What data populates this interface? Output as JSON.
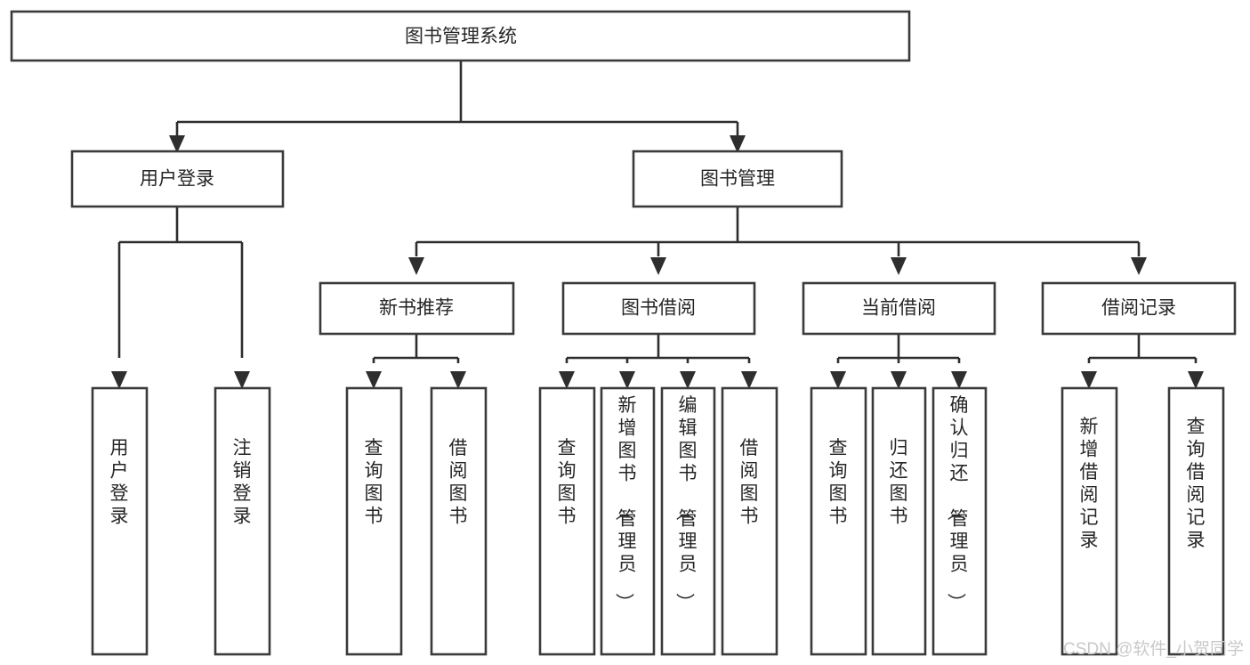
{
  "diagram": {
    "type": "hierarchy-tree",
    "title": "图书管理系统",
    "root": {
      "id": "root",
      "label": "图书管理系统"
    },
    "level2": [
      {
        "id": "user-login",
        "label": "用户登录"
      },
      {
        "id": "book-manage",
        "label": "图书管理"
      }
    ],
    "level3": [
      {
        "id": "new-book-recommend",
        "label": "新书推荐",
        "parent": "book-manage"
      },
      {
        "id": "book-borrow",
        "label": "图书借阅",
        "parent": "book-manage"
      },
      {
        "id": "current-borrow",
        "label": "当前借阅",
        "parent": "book-manage"
      },
      {
        "id": "borrow-record",
        "label": "借阅记录",
        "parent": "book-manage"
      }
    ],
    "leaves": [
      {
        "id": "leaf-user-login",
        "label": "用户登录",
        "parent": "user-login"
      },
      {
        "id": "leaf-user-logout",
        "label": "注销登录",
        "parent": "user-login"
      },
      {
        "id": "leaf-query-book-1",
        "label": "查询图书",
        "parent": "new-book-recommend"
      },
      {
        "id": "leaf-borrow-book-1",
        "label": "借阅图书",
        "parent": "new-book-recommend"
      },
      {
        "id": "leaf-query-book-2",
        "label": "查询图书",
        "parent": "book-borrow"
      },
      {
        "id": "leaf-add-book",
        "label": "新增图书（管理员）",
        "parent": "book-borrow"
      },
      {
        "id": "leaf-edit-book",
        "label": "编辑图书（管理员）",
        "parent": "book-borrow"
      },
      {
        "id": "leaf-borrow-book-2",
        "label": "借阅图书",
        "parent": "book-borrow"
      },
      {
        "id": "leaf-query-book-3",
        "label": "查询图书",
        "parent": "current-borrow"
      },
      {
        "id": "leaf-return-book",
        "label": "归还图书",
        "parent": "current-borrow"
      },
      {
        "id": "leaf-confirm-return",
        "label": "确认归还（管理员）",
        "parent": "current-borrow"
      },
      {
        "id": "leaf-add-record",
        "label": "新增借阅记录",
        "parent": "borrow-record"
      },
      {
        "id": "leaf-query-record",
        "label": "查询借阅记录",
        "parent": "borrow-record"
      }
    ]
  },
  "watermark": {
    "text": "CSDN @软件_小贺同学"
  },
  "colors": {
    "background": "#ffffff",
    "box_stroke": "#3a3a3a",
    "box_fill": "#ffffff",
    "connector": "#2e2e2e",
    "text": "#262626",
    "watermark": "#c9c9c9"
  }
}
